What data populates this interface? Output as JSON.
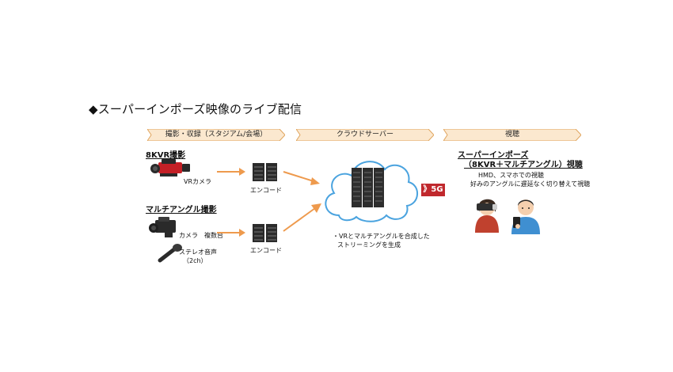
{
  "title": "◆スーパーインポーズ映像のライブ配信",
  "stages": {
    "capture": "撮影・収録（スタジアム/会場）",
    "cloud": "クラウドサーバー",
    "viewing": "視聴"
  },
  "capture": {
    "vr_heading": "8KVR撮影",
    "vr_camera_label": "VRカメラ",
    "multi_heading": "マルチアングル撮影",
    "camera_label": "カメラ　複数台",
    "audio_label_line1": "ステレオ音声",
    "audio_label_line2": "（2ch）"
  },
  "encoders": {
    "top_label": "エンコード",
    "bottom_label": "エンコード"
  },
  "cloud": {
    "note_line1": "・VRとマルチアングルを合成した",
    "note_line2": "ストリーミングを生成"
  },
  "network": {
    "badge": "》5G"
  },
  "viewing": {
    "heading_line1": "スーパーインポーズ",
    "heading_line2": "（8KVR＋マルチアングル）視聴",
    "note_line1": "HMD、スマホでの視聴",
    "note_line2": "好みのアングルに遅延なく切り替えて視聴"
  },
  "colors": {
    "stage_fill": "#fbe8cf",
    "stage_stroke": "#e0a55e",
    "arrow": "#ee9a4d",
    "badge": "#c0282d",
    "cloud_stroke": "#4aa3df",
    "camera_red": "#c42026"
  }
}
